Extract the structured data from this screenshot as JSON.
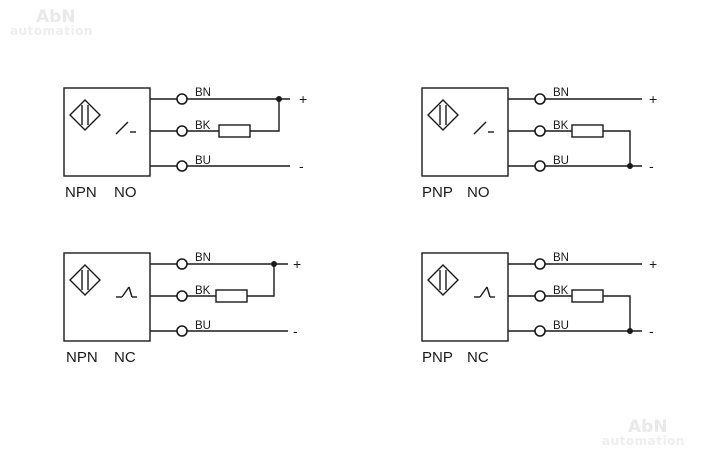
{
  "watermark": {
    "brand": "AbN",
    "tagline": "automation"
  },
  "diagrams": [
    {
      "output": "NPN",
      "contact": "NO",
      "wires": {
        "bn": "BN",
        "bk": "BK",
        "bu": "BU"
      },
      "polarity": {
        "top": "+",
        "bottom": "-"
      }
    },
    {
      "output": "PNP",
      "contact": "NO",
      "wires": {
        "bn": "BN",
        "bk": "BK",
        "bu": "BU"
      },
      "polarity": {
        "top": "+",
        "bottom": "-"
      }
    },
    {
      "output": "NPN",
      "contact": "NC",
      "wires": {
        "bn": "BN",
        "bk": "BK",
        "bu": "BU"
      },
      "polarity": {
        "top": "+",
        "bottom": "-"
      }
    },
    {
      "output": "PNP",
      "contact": "NC",
      "wires": {
        "bn": "BN",
        "bk": "BK",
        "bu": "BU"
      },
      "polarity": {
        "top": "+",
        "bottom": "-"
      }
    }
  ]
}
